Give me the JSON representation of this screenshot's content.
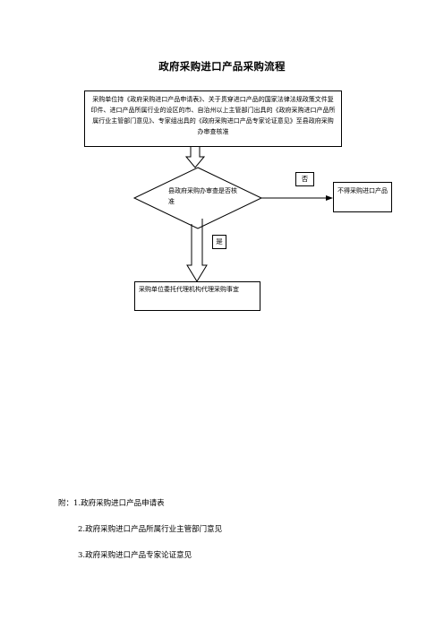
{
  "title": "政府采购进口产品采购流程",
  "flow": {
    "submit_text": "采购单位持《政府采购进口产品申请表》、关于贯穿进口产品的国家法律法规政策文件复印件、进口产品所属行业的设区的市、自治州以上主管部门出具的《政府采购进口产品所属行业主管部门意见》、专家组出具的《政府采购进口产品专家论证意见》至县政府采购办审查核准",
    "decision_text": "县政府采购办审查是否核准",
    "no_label": "否",
    "reject_text": "不得采购进口产品",
    "yes_label": "是",
    "entrust_text": "采购单位委托代理机构代理采购事宜"
  },
  "attachments": {
    "heading": "附：1.政府采购进口产品申请表",
    "item2": "2.政府采购进口产品所属行业主管部门意见",
    "item3": "3.政府采购进口产品专家论证意见"
  }
}
